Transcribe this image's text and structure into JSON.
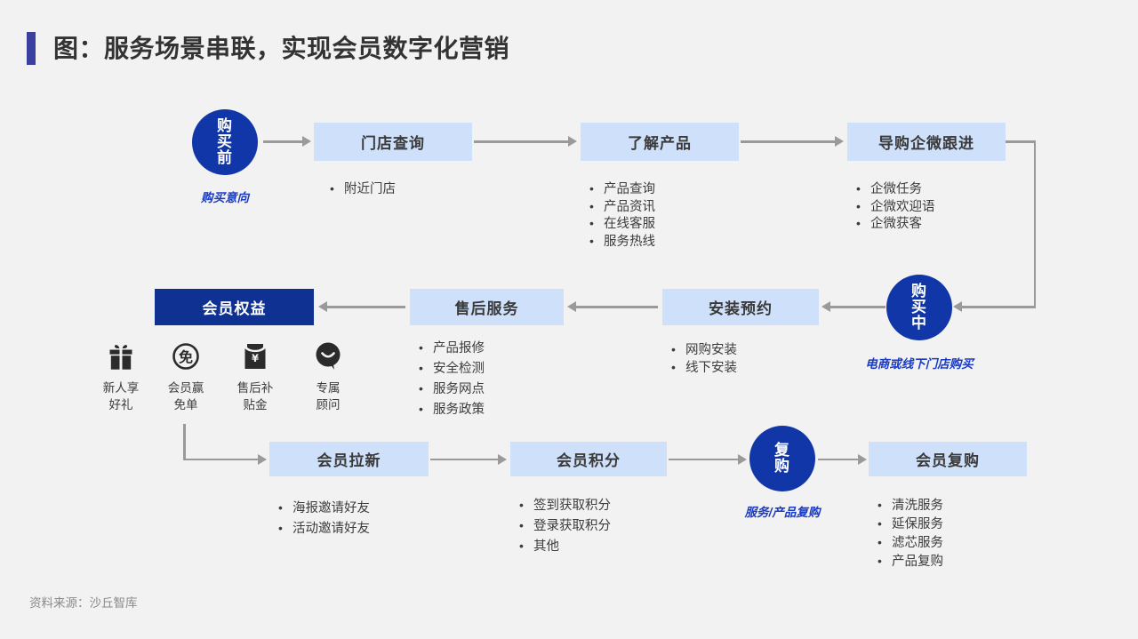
{
  "page": {
    "title": "图：服务场景串联，实现会员数字化营销",
    "source": "资料来源：沙丘智库",
    "background": "#f2f2f2",
    "accent_bar_color": "#3b3f9e",
    "node_light_color": "#cfe0fa",
    "node_dark_color": "#0e3192",
    "circle_color": "#1136a8",
    "connector_color": "#9a9a9a",
    "caption_color": "#1a3bc4"
  },
  "stages": [
    {
      "id": "pre-purchase",
      "label": "购买前",
      "lines": [
        "购",
        "买",
        "前"
      ],
      "caption": "购买意向"
    },
    {
      "id": "in-purchase",
      "label": "购买中",
      "lines": [
        "购",
        "买",
        "中"
      ],
      "caption": "电商或线下门店购买"
    },
    {
      "id": "repurchase",
      "label": "复购",
      "lines": [
        "复",
        "购"
      ],
      "caption": "服务/产品复购"
    }
  ],
  "nodes": {
    "store_query": {
      "title": "门店查询",
      "bullets": [
        "附近门店"
      ]
    },
    "know_product": {
      "title": "了解产品",
      "bullets": [
        "产品查询",
        "产品资讯",
        "在线客服",
        "服务热线"
      ]
    },
    "guide_wecom": {
      "title": "导购企微跟进",
      "bullets": [
        "企微任务",
        "企微欢迎语",
        "企微获客"
      ]
    },
    "install_booking": {
      "title": "安装预约",
      "bullets": [
        "网购安装",
        "线下安装"
      ]
    },
    "after_sales": {
      "title": "售后服务",
      "bullets": [
        "产品报修",
        "安全检测",
        "服务网点",
        "服务政策"
      ]
    },
    "member_benefits": {
      "title": "会员权益",
      "bullets": []
    },
    "member_referral": {
      "title": "会员拉新",
      "bullets": [
        "海报邀请好友",
        "活动邀请好友"
      ]
    },
    "member_points": {
      "title": "会员积分",
      "bullets": [
        "签到获取积分",
        "登录获取积分",
        "其他"
      ]
    },
    "member_repurchase": {
      "title": "会员复购",
      "bullets": [
        "清洗服务",
        "延保服务",
        "滤芯服务",
        "产品复购"
      ]
    }
  },
  "benefits": [
    {
      "icon": "gift-icon",
      "label": "新人享\n好礼"
    },
    {
      "icon": "free-order-icon",
      "label": "会员赢\n免单"
    },
    {
      "icon": "red-envelope-icon",
      "label": "售后补\n贴金"
    },
    {
      "icon": "smile-bubble-icon",
      "label": "专属\n顾问"
    }
  ]
}
